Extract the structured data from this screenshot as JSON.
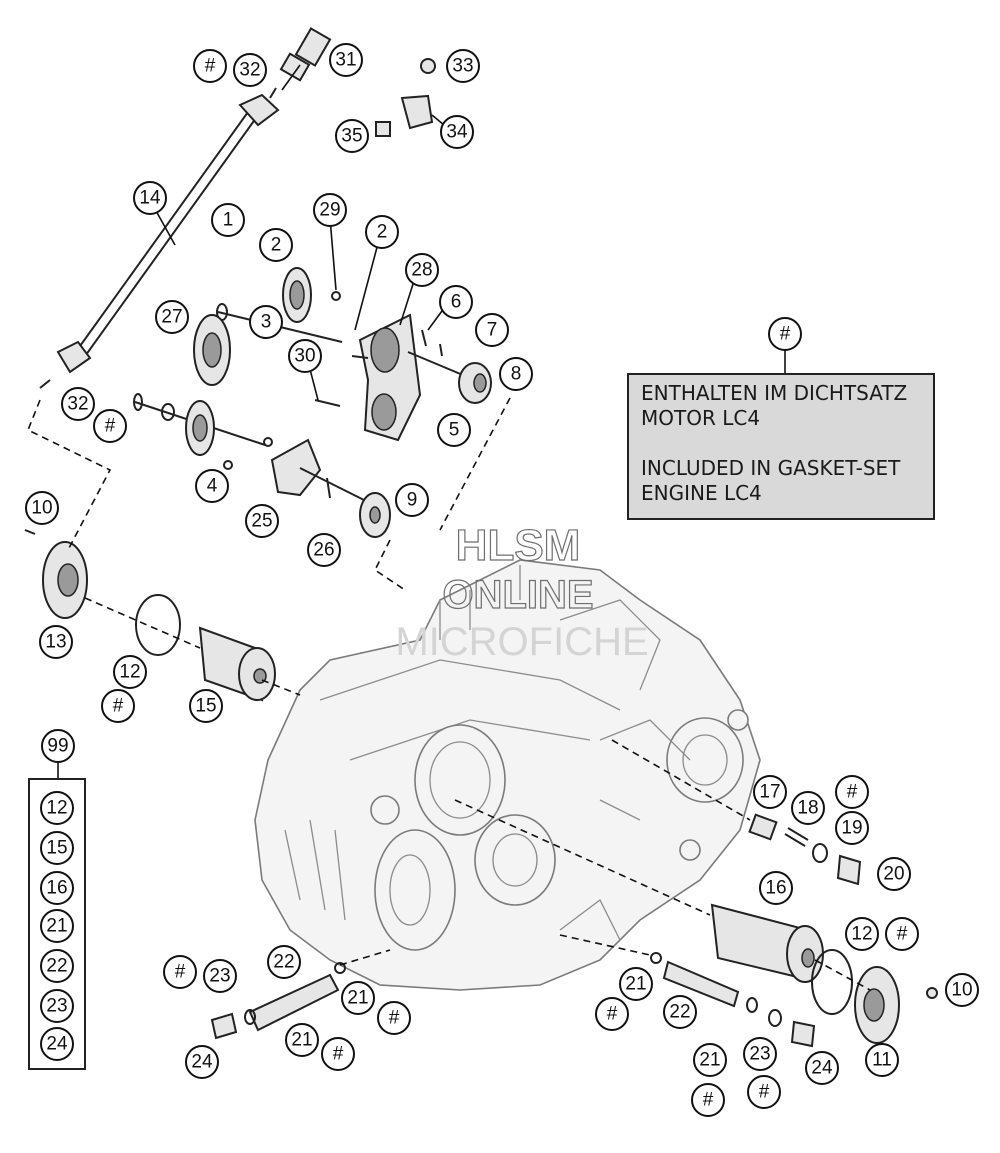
{
  "note": {
    "marker": "#",
    "lines_de": [
      "ENTHALTEN IM DICHTSATZ",
      "MOTOR LC4"
    ],
    "lines_en": [
      "INCLUDED IN GASKET-SET",
      "ENGINE LC4"
    ]
  },
  "watermark": {
    "line1": "HLSM",
    "line2": "ONLINE",
    "line3": "MICROFICHE"
  },
  "kit": {
    "label": "99",
    "items": [
      "12",
      "15",
      "16",
      "21",
      "22",
      "23",
      "24"
    ]
  },
  "callouts": {
    "c1": "1",
    "c2a": "2",
    "c2b": "2",
    "c3": "3",
    "c4": "4",
    "c5": "5",
    "c6": "6",
    "c7": "7",
    "c8": "8",
    "c9": "9",
    "c10a": "10",
    "c10b": "10",
    "c11": "11",
    "c12a": "12",
    "c12b": "12",
    "c13": "13",
    "c14": "14",
    "c15": "15",
    "c16": "16",
    "c17": "17",
    "c18": "18",
    "c19": "19",
    "c20": "20",
    "c21a": "21",
    "c21b": "21",
    "c21c": "21",
    "c21d": "21",
    "c22a": "22",
    "c22b": "22",
    "c23a": "23",
    "c23b": "23",
    "c24a": "24",
    "c24b": "24",
    "c25": "25",
    "c26": "26",
    "c27": "27",
    "c28": "28",
    "c29": "29",
    "c30": "30",
    "c31": "31",
    "c32a": "32",
    "c32b": "32",
    "c33": "33",
    "c34": "34",
    "c35": "35",
    "hash": "#"
  }
}
